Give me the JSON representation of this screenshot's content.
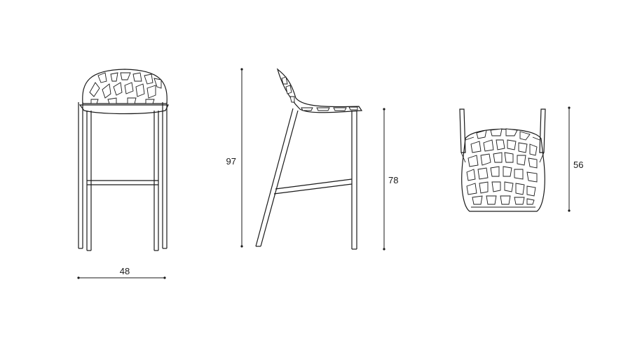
{
  "dimensions": {
    "width": "48",
    "total_height": "97",
    "seat_height": "78",
    "depth": "56"
  },
  "colors": {
    "line": "#1a1a1a",
    "background": "#ffffff"
  }
}
